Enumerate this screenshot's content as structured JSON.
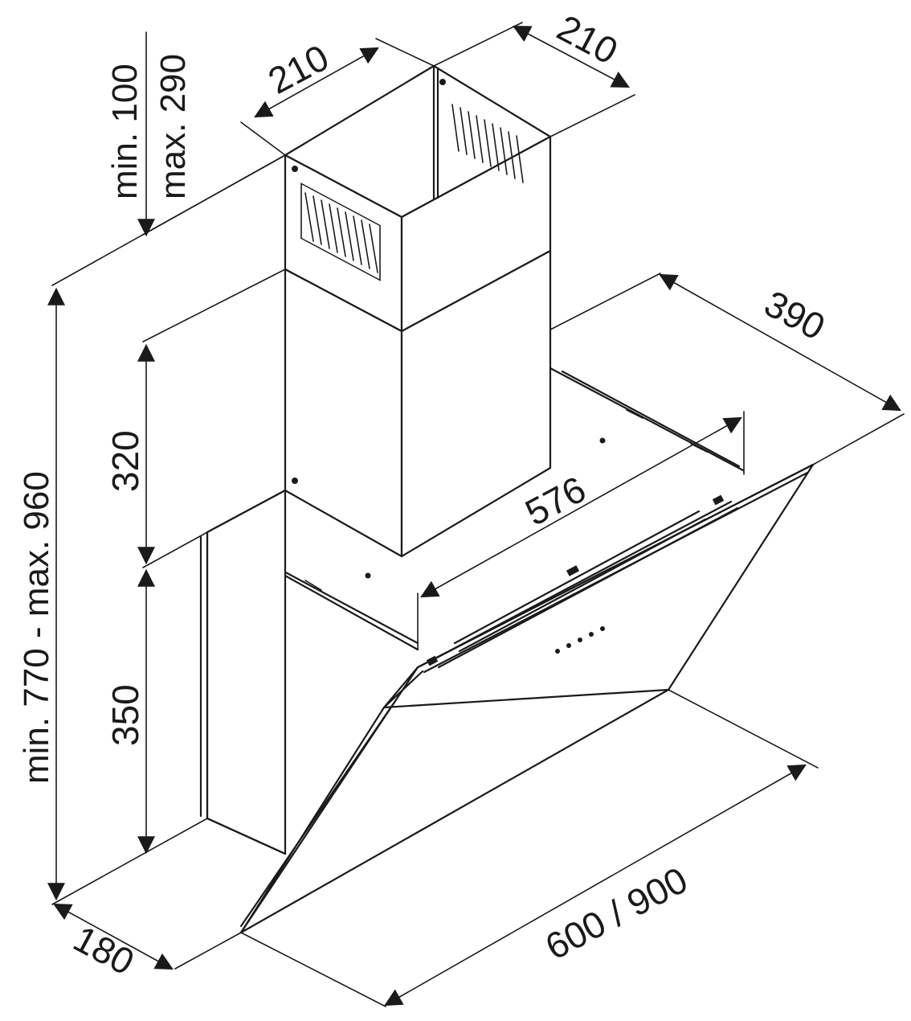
{
  "dimensions": {
    "duct_width_left": "210",
    "duct_width_right": "210",
    "duct_overlap_min": "min. 100",
    "duct_overlap_max": "max. 290",
    "total_height": "min. 770 - max. 960",
    "duct_height": "320",
    "body_height": "350",
    "depth": "390",
    "mount_width": "576",
    "hood_width": "600 / 900",
    "bottom_depth": "180"
  }
}
